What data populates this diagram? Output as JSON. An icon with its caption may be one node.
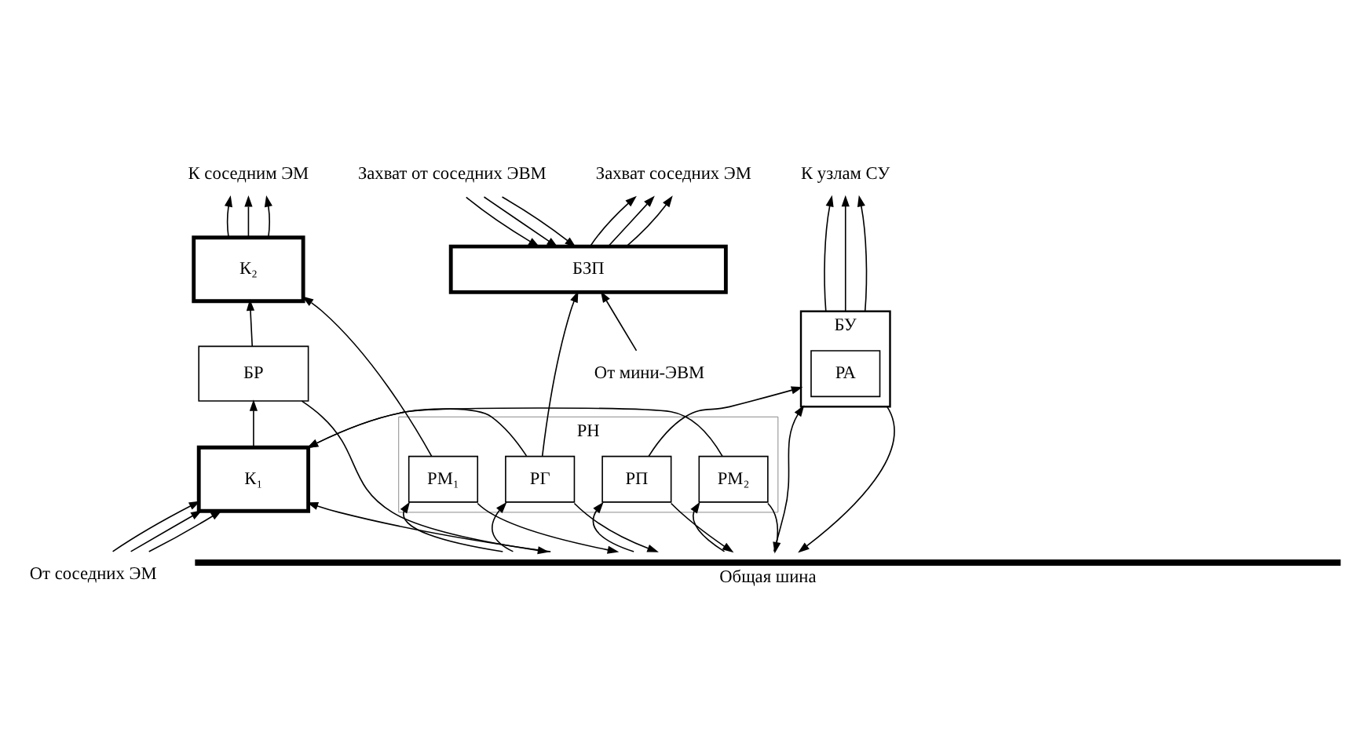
{
  "diagram": {
    "nodes": [
      {
        "text": [
          "БУ"
        ]
      },
      {
        "text": [
          "РА"
        ],
        "in": 0
      },
      {
        "text": [
          "БЗП"
        ]
      },
      {
        "text": [
          "К₂"
        ]
      },
      {
        "text": [
          "БР"
        ]
      },
      {
        "text": [
          "РН"
        ]
      },
      {
        "text": [
          "РП"
        ],
        "in": 5
      },
      {
        "text": [
          "РМ₁"
        ],
        "in": 5
      },
      {
        "text": [
          "РГ"
        ],
        "in": 5
      },
      {
        "text": [
          "РМ₂"
        ],
        "in": 5
      },
      {
        "text": [
          "К₁"
        ]
      },
      {
        "text": [
          "Общая шина"
        ]
      },
      {
        "text": [
          "К узлам СУ"
        ]
      },
      {
        "text": [
          "Захват от соседних ЭВМ"
        ]
      },
      {
        "text": [
          "Захват соседних ЭМ"
        ]
      },
      {
        "text": [
          "К соседним ЭМ"
        ]
      },
      {
        "text": [
          "От мини-ЭВМ"
        ]
      },
      {
        "text": [
          "От соседних ЭМ"
        ]
      }
    ],
    "edges": [
      {
        "from": 0,
        "to": 12,
        "arrow": "to"
      },
      {
        "from": 0,
        "to": 12,
        "arrow": "to"
      },
      {
        "from": 0,
        "to": 12,
        "arrow": "to"
      },
      {
        "from": 13,
        "to": 2,
        "arrow": "to"
      },
      {
        "from": 13,
        "to": 2,
        "arrow": "to"
      },
      {
        "from": 13,
        "to": 2,
        "arrow": "to"
      },
      {
        "from": 2,
        "to": 14,
        "arrow": "to"
      },
      {
        "from": 2,
        "to": 14,
        "arrow": "to"
      },
      {
        "from": 2,
        "to": 14,
        "arrow": "to"
      },
      {
        "from": 3,
        "to": 15,
        "arrow": "to"
      },
      {
        "from": 3,
        "to": 15,
        "arrow": "to"
      },
      {
        "from": 3,
        "to": 15,
        "arrow": "to"
      },
      {
        "from": 16,
        "to": 2,
        "arrow": "to"
      },
      {
        "from": 7,
        "to": 3,
        "arrow": "to"
      },
      {
        "from": 8,
        "to": 2,
        "arrow": "to"
      },
      {
        "from": 8,
        "to": 10,
        "arrow": "to"
      },
      {
        "from": 4,
        "to": 3,
        "arrow": "to"
      },
      {
        "from": 4,
        "to": 11,
        "arrow": "to"
      },
      {
        "from": 10,
        "to": 4,
        "arrow": "to"
      },
      {
        "from": 9,
        "to": 10,
        "arrow": "to"
      },
      {
        "from": 6,
        "to": 0,
        "arrow": "to"
      },
      {
        "from": 17,
        "to": 10,
        "arrow": "to"
      },
      {
        "from": 17,
        "to": 10,
        "arrow": "to"
      },
      {
        "from": 17,
        "to": 10,
        "arrow": "to"
      },
      {
        "from": 11,
        "to": 10,
        "arrow": "to"
      },
      {
        "from": 11,
        "to": 0,
        "arrow": "to"
      },
      {
        "from": 0,
        "to": 11,
        "arrow": "to"
      },
      {
        "from": 11,
        "to": 6,
        "arrow": "to"
      },
      {
        "from": 6,
        "to": 11,
        "arrow": "to"
      },
      {
        "from": 11,
        "to": 7,
        "arrow": "to"
      },
      {
        "from": 7,
        "to": 11,
        "arrow": "to"
      },
      {
        "from": 11,
        "to": 8,
        "arrow": "to"
      },
      {
        "from": 8,
        "to": 11,
        "arrow": "to"
      },
      {
        "from": 11,
        "to": 9,
        "arrow": "to"
      },
      {
        "from": 9,
        "to": 11,
        "arrow": "to"
      }
    ]
  }
}
